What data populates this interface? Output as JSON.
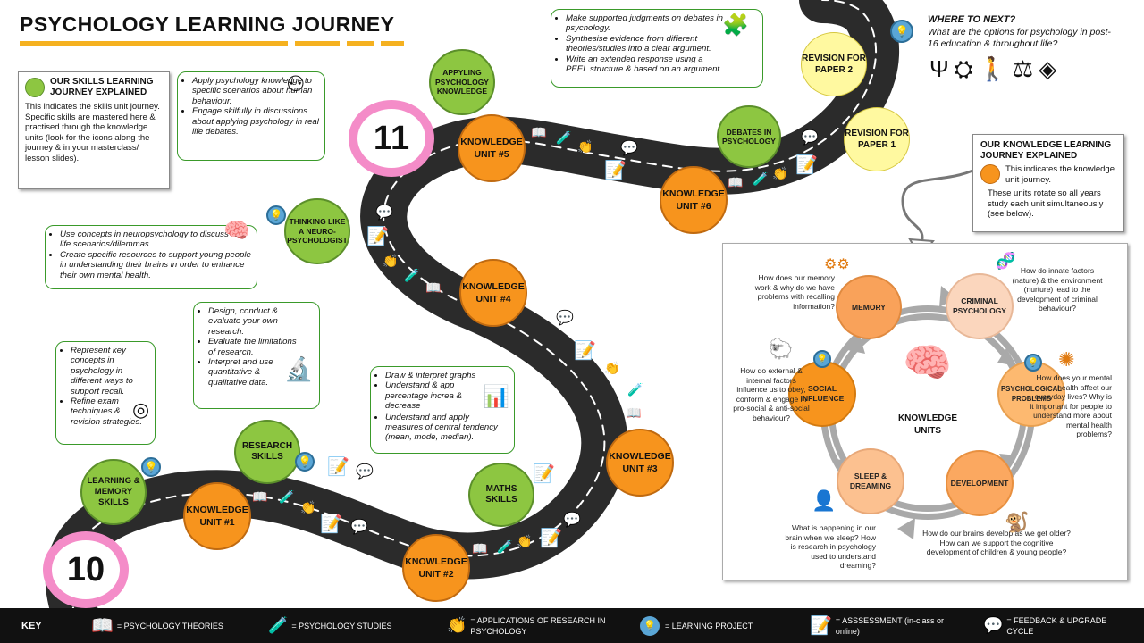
{
  "title": "PSYCHOLOGY LEARNING JOURNEY",
  "skills_box": {
    "heading": "OUR SKILLS LEARNING JOURNEY EXPLAINED",
    "text": "This indicates the skills unit journey. Specific skills are mastered here & practised through the knowledge units (look for the icons along the journey & in your masterclass/ lesson slides)."
  },
  "knowledge_box": {
    "heading": "OUR KNOWLEDGE LEARNING JOURNEY EXPLAINED",
    "line1": "This indicates the knowledge unit journey.",
    "line2": "These units rotate so all years study each unit simultaneously (see below)."
  },
  "where_next": {
    "heading": "WHERE TO NEXT?",
    "text": "What are the options for psychology in post-16 education & throughout life?"
  },
  "year_badges": {
    "y10": "10",
    "y11": "11"
  },
  "skill_units": [
    {
      "id": "learning",
      "label": "LEARNING & MEMORY SKILLS"
    },
    {
      "id": "research",
      "label": "RESEARCH SKILLS"
    },
    {
      "id": "maths",
      "label": "MATHS SKILLS"
    },
    {
      "id": "neuro",
      "label": "THINKING LIKE A NEURO-PSYCHOLOGIST"
    },
    {
      "id": "applying",
      "label": "APPYLING PSYCHOLOGY KNOWLEDGE"
    },
    {
      "id": "debates",
      "label": "DEBATES IN PSYCHOLOGY"
    }
  ],
  "knowledge_units": [
    {
      "id": "k1",
      "label": "KNOWLEDGE UNIT #1"
    },
    {
      "id": "k2",
      "label": "KNOWLEDGE UNIT #2"
    },
    {
      "id": "k3",
      "label": "KNOWLEDGE UNIT #3"
    },
    {
      "id": "k4",
      "label": "KNOWLEDGE UNIT #4"
    },
    {
      "id": "k5",
      "label": "KNOWLEDGE UNIT #5"
    },
    {
      "id": "k6",
      "label": "KNOWLEDGE UNIT #6"
    }
  ],
  "revision": {
    "p2": "REVISION FOR PAPER 2",
    "p1": "REVISION FOR PAPER 1"
  },
  "bubbles": {
    "learning": [
      "Represent key concepts in psychology in different ways to support recall.",
      "Refine exam techniques & revision strategies."
    ],
    "research": [
      "Design, conduct & evaluate your own research.",
      "Evaluate the limitations of research.",
      "Interpret and use quantitative & qualitative data."
    ],
    "maths": [
      "Draw & interpret graphs",
      "Understand & app percentage increa & decrease",
      "Understand and apply measures of central tendency (mean, mode, median)."
    ],
    "neuro": [
      "Use concepts in neuropsychology to discuss real life scenarios/dilemmas.",
      "Create specific resources to support young people in understanding their brains in order to enhance their own mental health."
    ],
    "applying": [
      "Apply psychology knowledge to specific scenarios about human behaviour.",
      "Engage skilfully in discussions about applying psychology in real life debates."
    ],
    "debates": [
      "Make supported judgments on debates in psychology.",
      "Synthesise evidence from different theories/studies into a clear argument.",
      "Write an extended response using a PEEL structure & based on an argument."
    ]
  },
  "cycle": {
    "center": "KNOWLEDGE UNITS",
    "units": [
      {
        "label": "MEMORY",
        "question": "How does our memory work & why do we have problems with recalling information?"
      },
      {
        "label": "CRIMINAL PSYCHOLOGY",
        "question": "How do innate factors (nature) & the environment (nurture) lead to the development of criminal behaviour?"
      },
      {
        "label": "PSYCHOLOGICAL PROBLEMS",
        "question": "How does your mental health affect our everyday lives? Why is it important for people to understand more about mental health problems?"
      },
      {
        "label": "DEVELOPMENT",
        "question": "How do our brains develop as we get older? How can we support the cognitive development of children & young people?"
      },
      {
        "label": "SLEEP & DREAMING",
        "question": "What is happening in our brain when we sleep? How is research in psychology used to understand dreaming?"
      },
      {
        "label": "SOCIAL INFLUENCE",
        "question": "How do external & internal factors influence us to obey, conform & engage in pro-social & anti-social behaviour?"
      }
    ]
  },
  "key": {
    "title": "KEY",
    "items": [
      "= PSYCHOLOGY THEORIES",
      "= PSYCHOLOGY STUDIES",
      "= APPLICATIONS OF RESEARCH IN PSYCHOLOGY",
      "= LEARNING PROJECT",
      "= ASSSESSMENT (in-class or online)",
      "= FEEDBACK & UPGRADE CYCLE"
    ]
  },
  "colors": {
    "skills": "#8dc641",
    "knowledge": "#f7941d",
    "road": "#2b2b2b",
    "badge_ring": "#f48cc8"
  }
}
